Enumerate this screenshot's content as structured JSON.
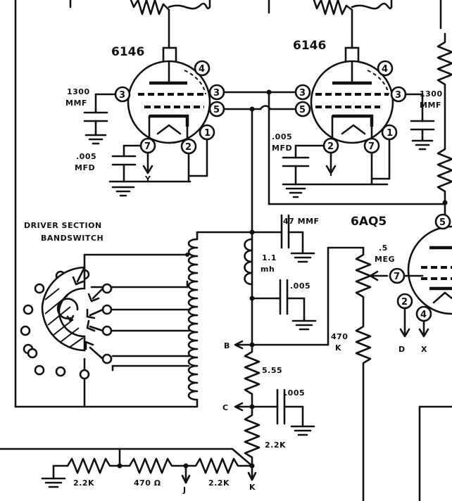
{
  "tubes": {
    "v1": {
      "type": "6146",
      "pins": {
        "anode": "4",
        "grid_left": "3",
        "grid_right": "3",
        "screen": "5",
        "cathode_a": "7",
        "cathode_b": "2",
        "heater": "1"
      }
    },
    "v2": {
      "type": "6146",
      "pins": {
        "anode": "4",
        "grid_left": "3",
        "grid_right": "3",
        "screen": "5",
        "cathode_a": "2",
        "cathode_b": "7",
        "heater": "1"
      }
    },
    "v3": {
      "type": "6AQ5",
      "pins": {
        "screen": "5",
        "grid": "7",
        "cathode": "2",
        "heater": "4"
      }
    }
  },
  "components": {
    "c_1300_left": [
      "1300",
      "MMF"
    ],
    "c_1300_right": [
      "1300",
      "MMF"
    ],
    "c_005_left": [
      ".005",
      "MFD"
    ],
    "c_005_right": [
      ".005",
      "MFD"
    ],
    "c_47": "47 MMF",
    "choke": [
      "1.1",
      "mh"
    ],
    "c_005_mid": ".005",
    "pot": [
      ".5",
      "MEG"
    ],
    "r_470k": [
      "470",
      "K"
    ],
    "r_555": "5.55",
    "c_005_low": ".005",
    "r_22k_right": "2.2K",
    "r_22k_bl": "2.2K",
    "r_470ohm": "470 Ω",
    "r_22k_br": "2.2K"
  },
  "switch": {
    "title_line1": "DRIVER SECTION",
    "title_line2": "BANDSWITCH"
  },
  "terminals": {
    "y1": "Y",
    "y2": "Y",
    "b": "B",
    "c": "C",
    "j": "J",
    "k": "K",
    "d": "D",
    "x": "X"
  }
}
